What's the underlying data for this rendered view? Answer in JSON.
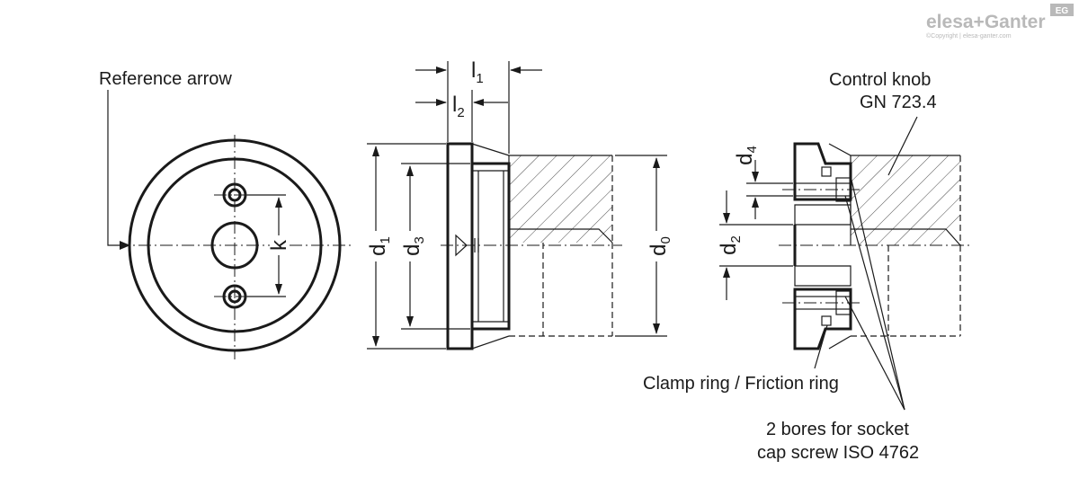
{
  "brand": {
    "name": "elesa+Ganter",
    "badge": "EG",
    "copyright": "©Copyright | elesa-ganter.com"
  },
  "labels": {
    "reference_arrow": "Reference arrow",
    "control_knob_line1": "Control knob",
    "control_knob_line2": "GN 723.4",
    "clamp_ring": "Clamp ring / Friction ring",
    "bores_line1": "2 bores for socket",
    "bores_line2": "cap screw ISO 4762"
  },
  "dimensions": {
    "l1": {
      "main": "l",
      "sub": "1"
    },
    "l2": {
      "main": "l",
      "sub": "2"
    },
    "d1": {
      "main": "d",
      "sub": "1"
    },
    "d3": {
      "main": "d",
      "sub": "3"
    },
    "d0": {
      "main": "d",
      "sub": "0"
    },
    "d4": {
      "main": "d",
      "sub": "4"
    },
    "d2": {
      "main": "d",
      "sub": "2"
    },
    "k": "k"
  },
  "colors": {
    "line": "#1a1a1a",
    "logo": "#b9b9b9",
    "background": "#ffffff"
  }
}
